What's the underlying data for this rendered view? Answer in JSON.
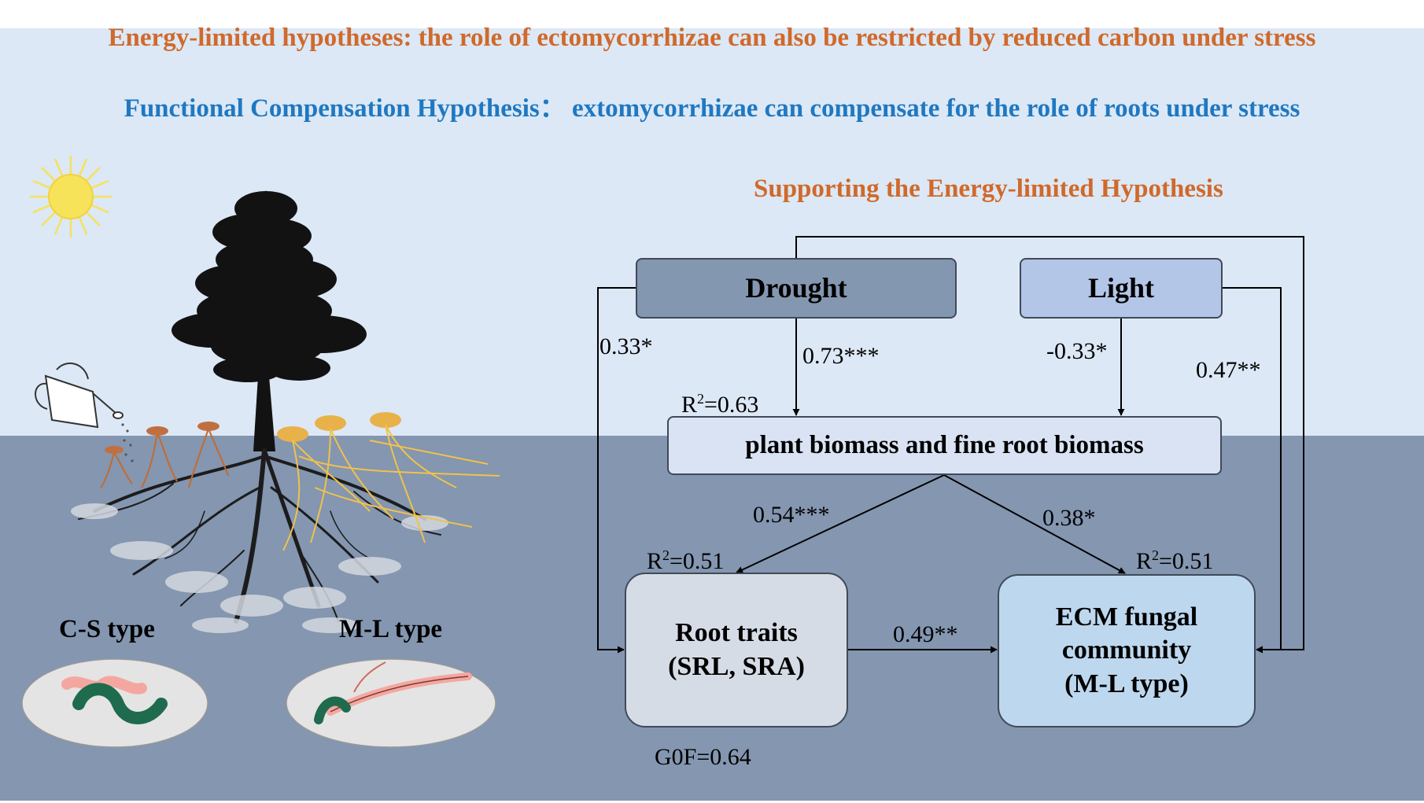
{
  "headlines": {
    "energy_limited": "Energy-limited hypotheses: the role of ectomycorrhizae can also be restricted by reduced carbon under stress",
    "functional_compensation": "Functional Compensation Hypothesis： extomycorrhizae can compensate for the role of roots under stress",
    "supporting": "Supporting the Energy-limited Hypothesis"
  },
  "illustration": {
    "type_left": "C-S type",
    "type_right": "M-L type",
    "icons": [
      "sun-icon",
      "tree-icon",
      "watering-can-icon",
      "mushroom-icon",
      "hyphae-icon"
    ]
  },
  "nodes": {
    "drought": "Drought",
    "light": "Light",
    "biomass": "plant biomass and fine root biomass",
    "root_line1": "Root traits",
    "root_line2": "(SRL, SRA)",
    "ecm_line1": "ECM fungal",
    "ecm_line2": "community",
    "ecm_line3": "(M-L type)"
  },
  "r2": {
    "biomass_base": "R",
    "biomass_value": "=0.63",
    "root_base": "R",
    "root_value": "=0.51",
    "ecm_base": "R",
    "ecm_value": "=0.51",
    "sup": "2"
  },
  "paths": {
    "drought_to_root": "0.33*",
    "drought_to_biomass": "0.73***",
    "light_to_biomass": "-0.33*",
    "light_to_ecm": "0.47**",
    "biomass_to_root": "0.54***",
    "biomass_to_ecm": "0.38*",
    "root_to_ecm": "0.49**"
  },
  "fit": {
    "gof": "G0F=0.64"
  },
  "colors": {
    "sky": "#dce8f5",
    "soil": "#8496b0",
    "headline_orange": "#d0692b",
    "headline_blue": "#1f78c2",
    "drought_box": "#8497b0",
    "light_box": "#b4c6e7",
    "biomass_box": "#dae3f3",
    "root_box": "#d6dce5",
    "ecm_box": "#bdd7ee",
    "sun": "#f5e25a"
  }
}
